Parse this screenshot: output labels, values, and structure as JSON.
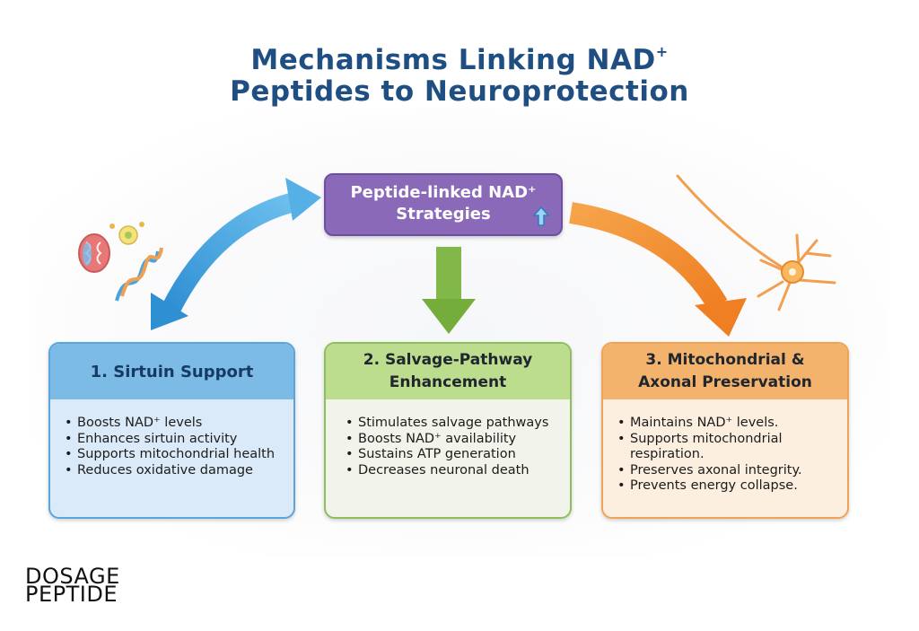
{
  "title": {
    "line1_text": "Mechanisms Linking NAD",
    "line1_sup": "+",
    "line2": "Peptides to Neuroprotection"
  },
  "center": {
    "line1": "Peptide-linked NAD⁺",
    "line2": "Strategies",
    "icon": "up-arrow-icon"
  },
  "cards": [
    {
      "header": "1. Sirtuin Support",
      "items": [
        "Boosts NAD⁺ levels",
        "Enhances sirtuin activity",
        "Supports mitochondrial health",
        "Reduces oxidative damage"
      ]
    },
    {
      "header_line1": "2. Salvage-Pathway",
      "header_line2": "Enhancement",
      "items": [
        "Stimulates salvage pathways",
        "Boosts NAD⁺ availability",
        "Sustains ATP generation",
        "Decreases neuronal death"
      ]
    },
    {
      "header_line1": "3. Mitochondrial &",
      "header_line2": "Axonal Preservation",
      "items": [
        "Maintains NAD⁺ levels.",
        "Supports mitochondrial respiration.",
        "Preserves axonal integrity.",
        "Prevents energy collapse."
      ]
    }
  ],
  "logo": {
    "line1": "DOSAGE",
    "line2": "PEPTIDE",
    "lettering": "DOSAGE PEPTIDE"
  },
  "colors": {
    "title": "#1f4f82",
    "center": "#8a6ab8",
    "blue": "#4aa3dc",
    "green": "#7db53e",
    "orange": "#f18b2b"
  },
  "icons": [
    "mitochondria-icon",
    "nad-molecule-icon",
    "protein-helix-icon",
    "neuron-icon"
  ]
}
